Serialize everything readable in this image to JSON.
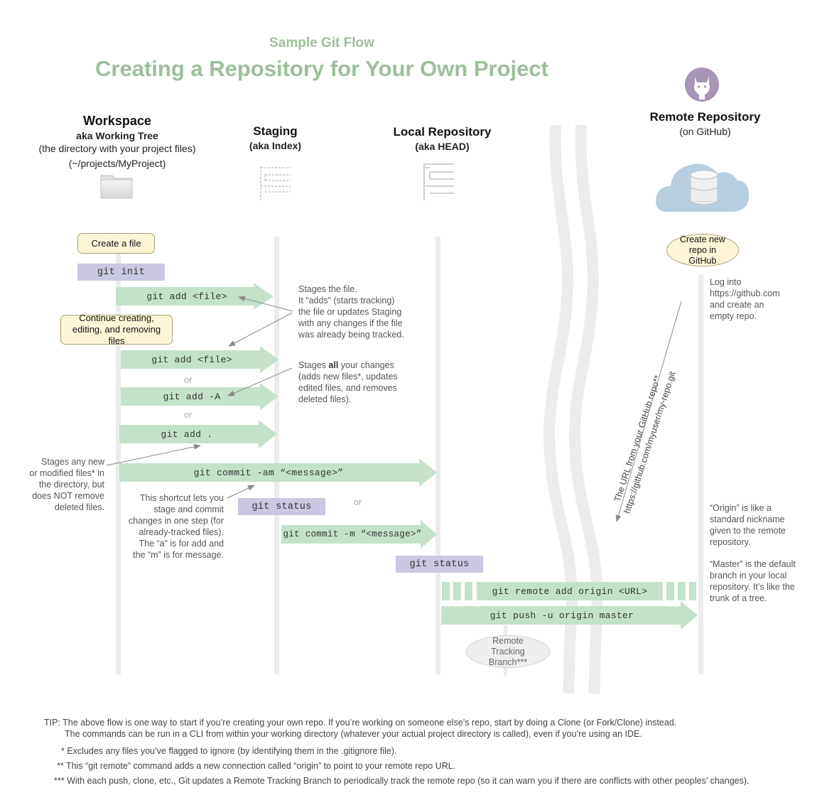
{
  "header": {
    "subtitle": "Sample Git Flow",
    "title": "Creating a Repository for Your Own Project"
  },
  "columns": {
    "workspace": {
      "title": "Workspace",
      "aka": "aka Working Tree",
      "desc": "(the directory with your project files)",
      "path": "(~/projects/MyProject)",
      "icon": "folder-icon"
    },
    "staging": {
      "title": "Staging",
      "aka": "(aka Index)",
      "icon": "index-tree-icon"
    },
    "local": {
      "title": "Local Repository",
      "aka": "(aka HEAD)",
      "icon": "repo-tree-icon"
    },
    "remote": {
      "title": "Remote Repository",
      "aka": "(on GitHub)",
      "icon": "cloud-database-icon",
      "avatar": "octocat-icon"
    }
  },
  "steps": {
    "create_file": "Create a file",
    "git_init": "git init",
    "git_add_file_1": "git add <file>",
    "continue": "Continue creating, editing, and removing files",
    "git_add_file_2": "git add <file>",
    "or_1": "or",
    "git_add_A": "git add -A",
    "or_2": "or",
    "git_add_dot": "git add .",
    "git_commit_am": "git commit -am “<message>”",
    "git_status_1": "git status",
    "or_3": "or",
    "git_commit_m": "git commit -m “<message>”",
    "git_status_2": "git status",
    "git_remote_add": "git remote add origin <URL>",
    "git_push": "git push -u origin master",
    "remote_tracking": "Remote Tracking Branch***",
    "create_repo": "Create new repo in GitHub"
  },
  "notes": {
    "stages_file": [
      "Stages the file.",
      "It “adds” (starts tracking)",
      "the file or updates Staging",
      "with any changes if the file",
      "was already being tracked."
    ],
    "stages_all_pre": "Stages ",
    "stages_all_bold": "all",
    "stages_all_post": " your changes",
    "stages_all_rest": [
      "(adds new files*, updates",
      "edited files, and removes",
      "deleted files)."
    ],
    "stages_new": [
      "Stages any new",
      "or modified files* in",
      "the directory, but",
      "does NOT remove",
      "deleted files."
    ],
    "shortcut": [
      "This shortcut lets you",
      "stage and commit",
      "changes in one step (for",
      "already-tracked files).",
      "The “a” is for add and",
      "the “m” is for message."
    ],
    "login": [
      "Log into",
      "https://github.com",
      "and create an",
      "empty repo."
    ],
    "url_line1": "The URL from your GitHub repo**",
    "url_line2": "https://github.com/myuser/my-repo.git",
    "origin": [
      "“Origin” is like a",
      "standard nickname",
      "given to the remote",
      "repository."
    ],
    "master": [
      "“Master” is the default",
      "branch in your local",
      "repository. It’s like the",
      "trunk of a tree."
    ]
  },
  "footer": {
    "tip1": "TIP: The above flow is one way to start if you’re creating your own repo. If you’re working on someone else’s repo, start by doing a Clone (or Fork/Clone) instead.",
    "tip2": "The commands can be run in a CLI from within your working directory (whatever your actual project directory is called), even if you’re using an IDE.",
    "fn1": "* Excludes any files you’ve flagged to ignore (by identifying them in the .gitignore file).",
    "fn2": "** This “git remote” command adds a new connection called “origin” to point to your remote repo URL.",
    "fn3": "*** With each push, clone, etc., Git updates a Remote Tracking Branch to periodically track the remote repo (so it can warn you if there are conflicts with other peoples’ changes)."
  },
  "colors": {
    "title": "#9cbf9a",
    "arrow": "#c4e2c9",
    "command_box": "#c9c8e0",
    "note_box": "#fdf6d6",
    "lane": "#ececec",
    "cloud": "#b7cfe0"
  }
}
